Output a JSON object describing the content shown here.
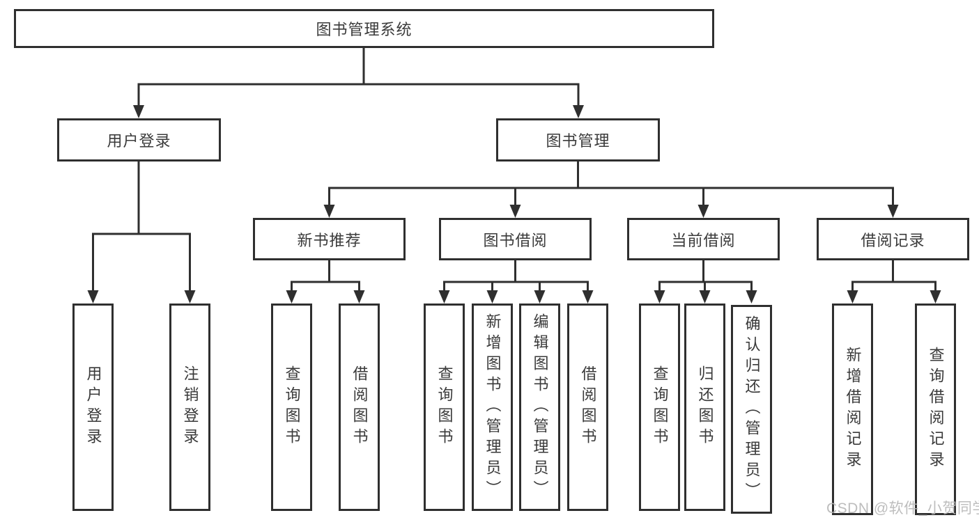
{
  "tree": {
    "label": "图书管理系统",
    "children": [
      {
        "label": "用户登录",
        "children": [
          {
            "label": "用户登录"
          },
          {
            "label": "注销登录"
          }
        ]
      },
      {
        "label": "图书管理",
        "children": [
          {
            "label": "新书推荐",
            "children": [
              {
                "label": "查询图书"
              },
              {
                "label": "借阅图书"
              }
            ]
          },
          {
            "label": "图书借阅",
            "children": [
              {
                "label": "查询图书"
              },
              {
                "label": "新增图书（管理员）"
              },
              {
                "label": "编辑图书（管理员）"
              },
              {
                "label": "借阅图书"
              }
            ]
          },
          {
            "label": "当前借阅",
            "children": [
              {
                "label": "查询图书"
              },
              {
                "label": "归还图书"
              },
              {
                "label": "确认归还（管理员）"
              }
            ]
          },
          {
            "label": "借阅记录",
            "children": [
              {
                "label": "新增借阅记录"
              },
              {
                "label": "查询借阅记录"
              }
            ]
          }
        ]
      }
    ]
  },
  "watermark": {
    "text": "CSDN @软件_小贺同学"
  },
  "colors": {
    "line": "#2f2f2f",
    "box_border": "#2f2f2f",
    "box_fill": "#ffffff",
    "text": "#3a3a3a",
    "watermark": "#b7b7b7",
    "background": "#ffffff"
  }
}
